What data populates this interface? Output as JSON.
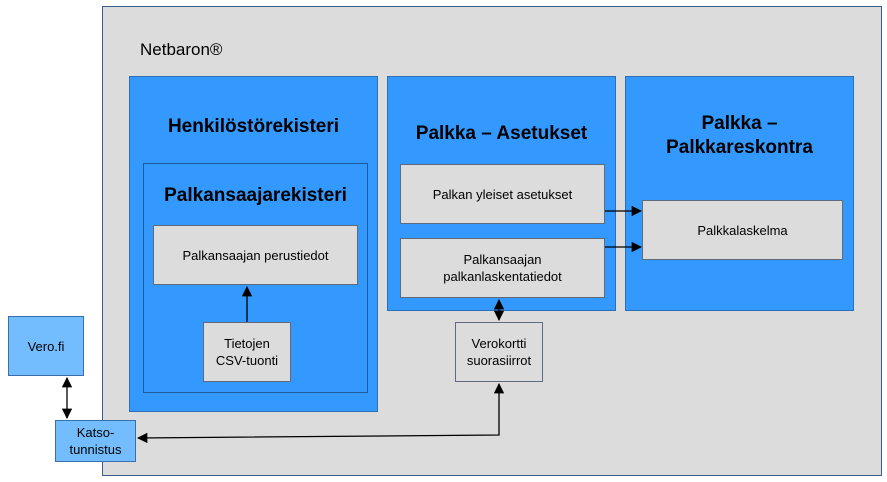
{
  "diagram": {
    "system_title": "Netbaron®",
    "modules": {
      "henkilosto": {
        "title": "Henkilöstörekisteri"
      },
      "palkansaaja": {
        "title": "Palkansaajarekisteri"
      },
      "asetukset": {
        "title": "Palkka – Asetukset"
      },
      "reskontra": {
        "title": "Palkka –\nPalkkareskontra"
      }
    },
    "nodes": {
      "perustiedot": "Palkansaajan perustiedot",
      "csv": "Tietojen\nCSV-tuonti",
      "yleiset": "Palkan yleiset asetukset",
      "laskenta": "Palkansaajan\npalkanlaskentatiedot",
      "palkkalaskelma": "Palkkalaskelma",
      "verokortti": "Verokortti\nsuorasiirrot",
      "verofi": "Vero.fi",
      "katso": "Katso-\ntunnistus"
    }
  }
}
